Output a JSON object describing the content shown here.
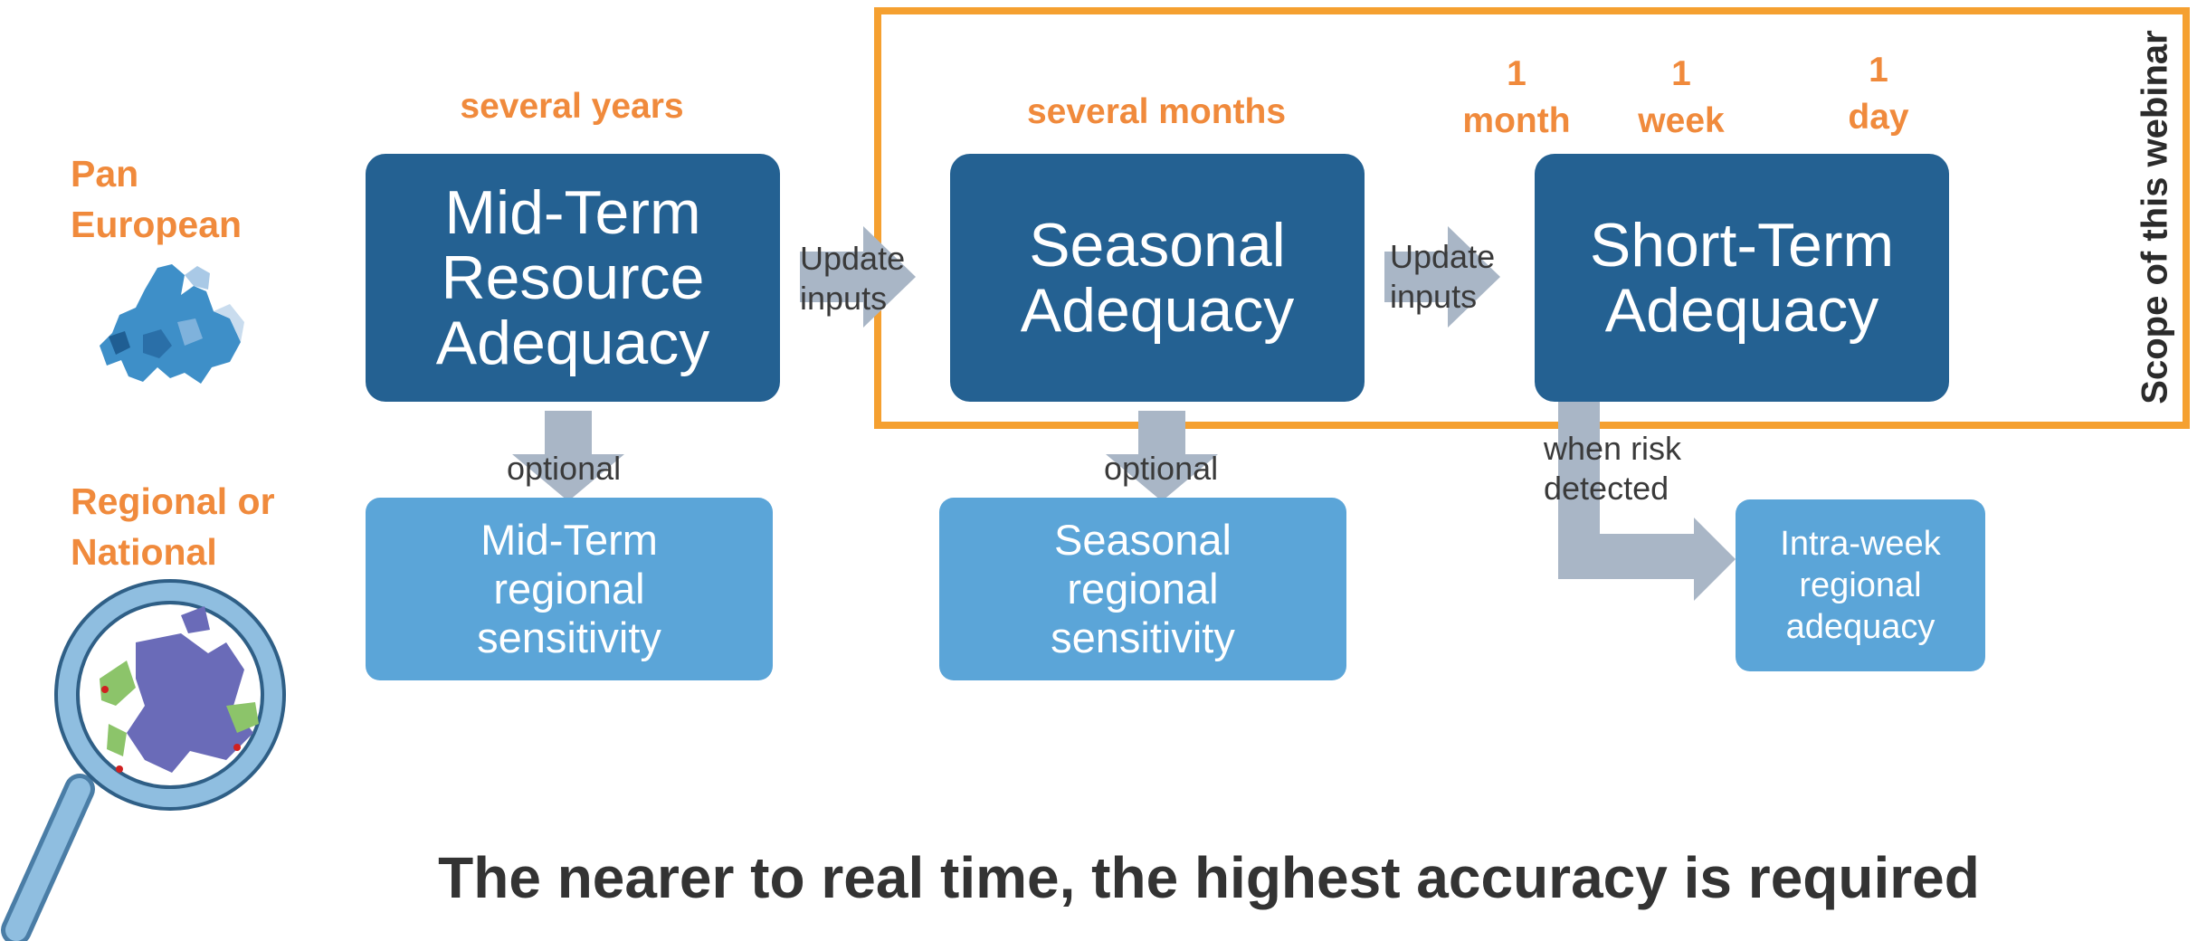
{
  "rows": {
    "pan_european": "Pan\nEuropean",
    "regional_national": "Regional or\nNational"
  },
  "horizons": {
    "mid_term": "several years",
    "seasonal": "several months",
    "month": "1\nmonth",
    "week": "1\nweek",
    "day": "1\nday"
  },
  "boxes": {
    "mid_term": "Mid-Term\nResource\nAdequacy",
    "seasonal": "Seasonal\nAdequacy",
    "short_term": "Short-Term\nAdequacy",
    "mid_term_regional": "Mid-Term\nregional\nsensitivity",
    "seasonal_regional": "Seasonal\nregional\nsensitivity",
    "intra_week": "Intra-week\nregional\nadequacy"
  },
  "connectors": {
    "update_inputs_1": "Update\ninputs",
    "update_inputs_2": "Update\ninputs",
    "optional_1": "optional",
    "optional_2": "optional",
    "when_risk": "when risk\ndetected"
  },
  "scope_label": "Scope of this webinar",
  "footer": "The nearer to real time, the highest accuracy is required",
  "icons": [
    "europe-map-icon",
    "magnifier-map-icon"
  ],
  "colors": {
    "accent_orange": "#F08A3C",
    "scope_border": "#F5A030",
    "dark_box": "#246192",
    "light_box": "#5BA5D8",
    "arrow_gray": "#A9B6C6"
  }
}
